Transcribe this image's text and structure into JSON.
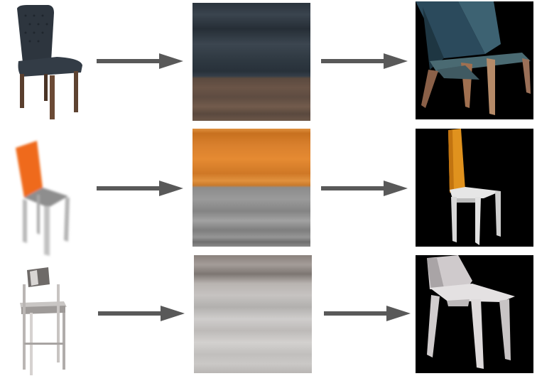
{
  "rows": [
    {
      "id": "row-1",
      "photo": "dark-upholstered-chair",
      "texture_colors": [
        "#2b343d",
        "#3a444e",
        "#262e36",
        "#3c4650",
        "#2f3942",
        "#28313a",
        "#353e48",
        "#5b4a3f",
        "#6a5447",
        "#5e4c41",
        "#725b4c",
        "#5a493e",
        "#6b5648"
      ],
      "render": "dark-chair-mesh"
    },
    {
      "id": "row-2",
      "photo": "orange-back-chair",
      "texture_colors": [
        "#c7701f",
        "#d9802d",
        "#e58a32",
        "#cf7826",
        "#e0913e",
        "#c97a2c",
        "#8c8c8c",
        "#9a9a9a",
        "#848484",
        "#a2a2a2",
        "#7e7e7e",
        "#959595",
        "#8a8a8a",
        "#6f6f6f"
      ],
      "render": "orange-chair-mesh"
    },
    {
      "id": "row-3",
      "photo": "metal-bar-stool",
      "texture_colors": [
        "#8a817c",
        "#a39c98",
        "#7d7672",
        "#b8b3b0",
        "#c6c3c1",
        "#b2b0ae",
        "#cfcdcc",
        "#bdbab8",
        "#d3d1cf",
        "#c1bfbd",
        "#cac8c6",
        "#b9b6b4"
      ],
      "render": "silver-stool-mesh"
    }
  ],
  "arrow_color": "#595959"
}
